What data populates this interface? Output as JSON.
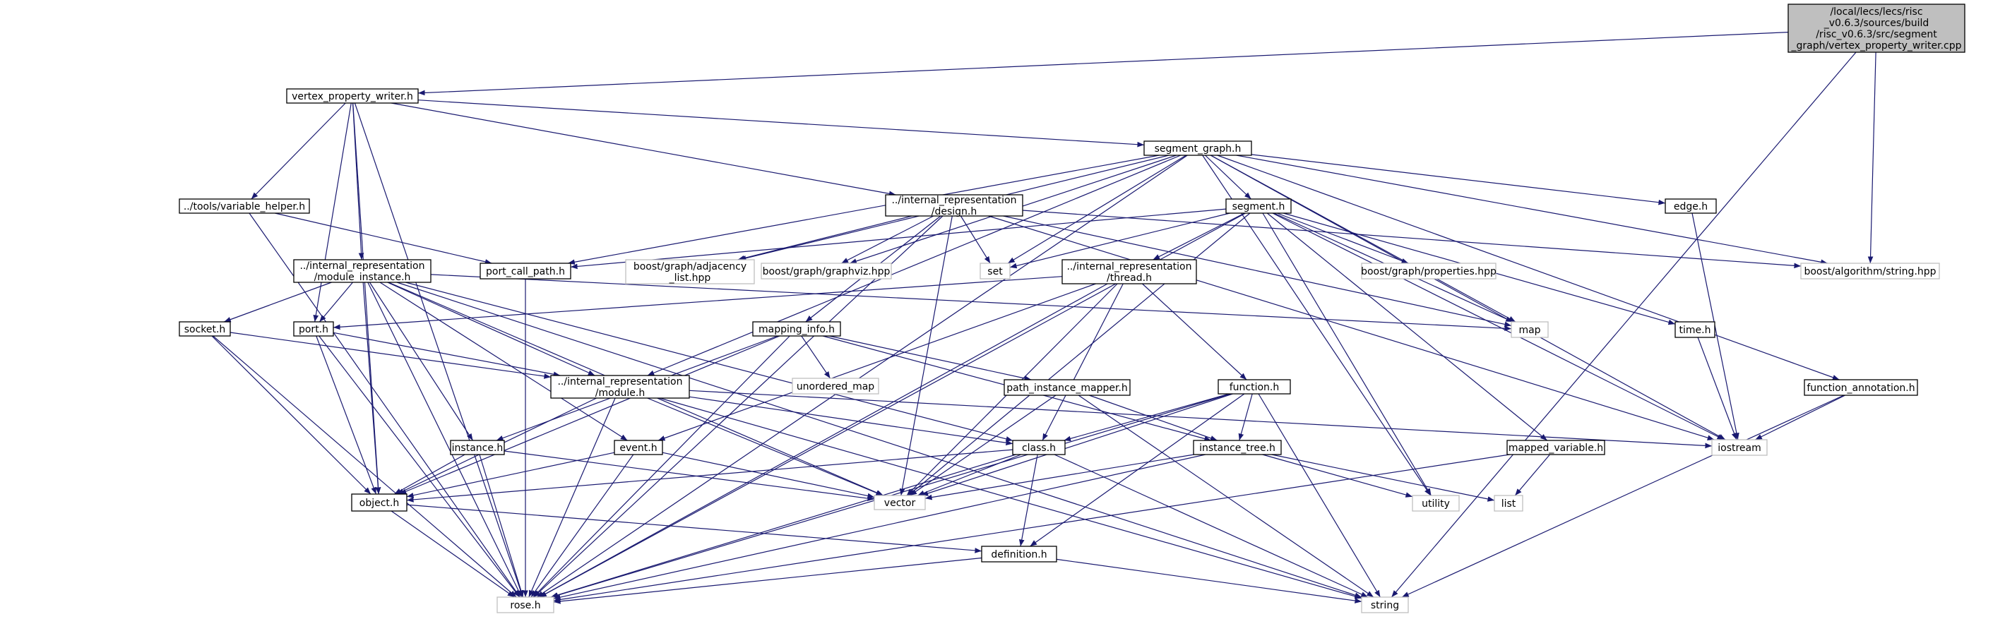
{
  "colors": {
    "edge": "#191970",
    "root_fill": "#bfbfbf",
    "node_border": "#000000",
    "external_border": "#bfbfbf"
  },
  "nodes": [
    {
      "id": "root",
      "lines": [
        "/local/lecs/lecs/risc",
        "_v0.6.3/sources/build",
        "/risc_v0.6.3/src/segment",
        "_graph/vertex_property_writer.cpp"
      ],
      "style": "root"
    },
    {
      "id": "vpw",
      "lines": [
        "vertex_property_writer.h"
      ],
      "style": "black"
    },
    {
      "id": "segment_graph",
      "lines": [
        "segment_graph.h"
      ],
      "style": "black"
    },
    {
      "id": "variable_helper",
      "lines": [
        "../tools/variable_helper.h"
      ],
      "style": "black"
    },
    {
      "id": "design",
      "lines": [
        "../internal_representation",
        "/design.h"
      ],
      "style": "black"
    },
    {
      "id": "segment",
      "lines": [
        "segment.h"
      ],
      "style": "black"
    },
    {
      "id": "edge",
      "lines": [
        "edge.h"
      ],
      "style": "black"
    },
    {
      "id": "module_instance",
      "lines": [
        "../internal_representation",
        "/module_instance.h"
      ],
      "style": "black"
    },
    {
      "id": "port_call_path",
      "lines": [
        "port_call_path.h"
      ],
      "style": "black"
    },
    {
      "id": "adjacency",
      "lines": [
        "boost/graph/adjacency",
        "_list.hpp"
      ],
      "style": "gray"
    },
    {
      "id": "graphviz",
      "lines": [
        "boost/graph/graphviz.hpp"
      ],
      "style": "gray"
    },
    {
      "id": "set",
      "lines": [
        "set"
      ],
      "style": "gray"
    },
    {
      "id": "thread",
      "lines": [
        "../internal_representation",
        "/thread.h"
      ],
      "style": "black"
    },
    {
      "id": "properties",
      "lines": [
        "boost/graph/properties.hpp"
      ],
      "style": "gray"
    },
    {
      "id": "algostring",
      "lines": [
        "boost/algorithm/string.hpp"
      ],
      "style": "gray"
    },
    {
      "id": "socket",
      "lines": [
        "socket.h"
      ],
      "style": "black"
    },
    {
      "id": "port",
      "lines": [
        "port.h"
      ],
      "style": "black"
    },
    {
      "id": "mapping_info",
      "lines": [
        "mapping_info.h"
      ],
      "style": "black"
    },
    {
      "id": "map",
      "lines": [
        "map"
      ],
      "style": "gray"
    },
    {
      "id": "time",
      "lines": [
        "time.h"
      ],
      "style": "black"
    },
    {
      "id": "unordered_map",
      "lines": [
        "unordered_map"
      ],
      "style": "gray"
    },
    {
      "id": "module",
      "lines": [
        "../internal_representation",
        "/module.h"
      ],
      "style": "black"
    },
    {
      "id": "path_instance_mapper",
      "lines": [
        "path_instance_mapper.h"
      ],
      "style": "black"
    },
    {
      "id": "function",
      "lines": [
        "function.h"
      ],
      "style": "black"
    },
    {
      "id": "function_annotation",
      "lines": [
        "function_annotation.h"
      ],
      "style": "black"
    },
    {
      "id": "iostream",
      "lines": [
        "iostream"
      ],
      "style": "gray"
    },
    {
      "id": "instance",
      "lines": [
        "instance.h"
      ],
      "style": "black"
    },
    {
      "id": "event",
      "lines": [
        "event.h"
      ],
      "style": "black"
    },
    {
      "id": "class",
      "lines": [
        "class.h"
      ],
      "style": "black"
    },
    {
      "id": "instance_tree",
      "lines": [
        "instance_tree.h"
      ],
      "style": "black"
    },
    {
      "id": "mapped_variable",
      "lines": [
        "mapped_variable.h"
      ],
      "style": "black"
    },
    {
      "id": "object",
      "lines": [
        "object.h"
      ],
      "style": "black"
    },
    {
      "id": "vector",
      "lines": [
        "vector"
      ],
      "style": "gray"
    },
    {
      "id": "utility",
      "lines": [
        "utility"
      ],
      "style": "gray"
    },
    {
      "id": "list",
      "lines": [
        "list"
      ],
      "style": "gray"
    },
    {
      "id": "definition",
      "lines": [
        "definition.h"
      ],
      "style": "black"
    },
    {
      "id": "rose",
      "lines": [
        "rose.h"
      ],
      "style": "gray"
    },
    {
      "id": "string",
      "lines": [
        "string"
      ],
      "style": "gray"
    }
  ],
  "edges": [
    [
      "root",
      "vpw"
    ],
    [
      "root",
      "algostring"
    ],
    [
      "root",
      "string"
    ],
    [
      "vpw",
      "segment_graph"
    ],
    [
      "vpw",
      "variable_helper"
    ],
    [
      "vpw",
      "design"
    ],
    [
      "vpw",
      "module_instance"
    ],
    [
      "vpw",
      "port"
    ],
    [
      "vpw",
      "object"
    ],
    [
      "vpw",
      "rose"
    ],
    [
      "segment_graph",
      "segment"
    ],
    [
      "segment_graph",
      "edge"
    ],
    [
      "segment_graph",
      "port_call_path"
    ],
    [
      "segment_graph",
      "adjacency"
    ],
    [
      "segment_graph",
      "graphviz"
    ],
    [
      "segment_graph",
      "set"
    ],
    [
      "segment_graph",
      "algostring"
    ],
    [
      "segment_graph",
      "map"
    ],
    [
      "segment_graph",
      "iostream"
    ],
    [
      "segment_graph",
      "function_annotation"
    ],
    [
      "segment_graph",
      "module"
    ],
    [
      "segment_graph",
      "utility"
    ],
    [
      "segment_graph",
      "rose"
    ],
    [
      "variable_helper",
      "port_call_path"
    ],
    [
      "variable_helper",
      "rose"
    ],
    [
      "design",
      "adjacency"
    ],
    [
      "design",
      "graphviz"
    ],
    [
      "design",
      "set"
    ],
    [
      "design",
      "mapping_info"
    ],
    [
      "design",
      "vector"
    ],
    [
      "design",
      "map"
    ],
    [
      "design",
      "iostream"
    ],
    [
      "design",
      "rose"
    ],
    [
      "design",
      "algostring"
    ],
    [
      "segment",
      "port_call_path"
    ],
    [
      "segment",
      "set"
    ],
    [
      "segment",
      "thread"
    ],
    [
      "segment",
      "properties"
    ],
    [
      "segment",
      "map"
    ],
    [
      "segment",
      "time"
    ],
    [
      "segment",
      "mapped_variable"
    ],
    [
      "segment",
      "iostream"
    ],
    [
      "segment",
      "vector"
    ],
    [
      "segment",
      "rose"
    ],
    [
      "segment",
      "utility"
    ],
    [
      "edge",
      "iostream"
    ],
    [
      "module_instance",
      "socket"
    ],
    [
      "module_instance",
      "port"
    ],
    [
      "module_instance",
      "module"
    ],
    [
      "module_instance",
      "object"
    ],
    [
      "module_instance",
      "instance"
    ],
    [
      "module_instance",
      "map"
    ],
    [
      "module_instance",
      "vector"
    ],
    [
      "module_instance",
      "event"
    ],
    [
      "module_instance",
      "class"
    ],
    [
      "module_instance",
      "string"
    ],
    [
      "module_instance",
      "rose"
    ],
    [
      "port_call_path",
      "rose"
    ],
    [
      "thread",
      "port"
    ],
    [
      "thread",
      "event"
    ],
    [
      "thread",
      "function"
    ],
    [
      "thread",
      "class"
    ],
    [
      "thread",
      "vector"
    ],
    [
      "thread",
      "rose"
    ],
    [
      "socket",
      "module"
    ],
    [
      "socket",
      "object"
    ],
    [
      "socket",
      "rose"
    ],
    [
      "port",
      "module"
    ],
    [
      "port",
      "object"
    ],
    [
      "port",
      "rose"
    ],
    [
      "mapping_info",
      "unordered_map"
    ],
    [
      "mapping_info",
      "path_instance_mapper"
    ],
    [
      "mapping_info",
      "instance_tree"
    ],
    [
      "mapping_info",
      "instance"
    ],
    [
      "mapping_info",
      "object"
    ],
    [
      "mapping_info",
      "rose"
    ],
    [
      "time",
      "iostream"
    ],
    [
      "module",
      "class"
    ],
    [
      "module",
      "vector"
    ],
    [
      "module",
      "iostream"
    ],
    [
      "module",
      "string"
    ],
    [
      "module",
      "object"
    ],
    [
      "module",
      "rose"
    ],
    [
      "path_instance_mapper",
      "instance_tree"
    ],
    [
      "path_instance_mapper",
      "vector"
    ],
    [
      "path_instance_mapper",
      "string"
    ],
    [
      "function",
      "class"
    ],
    [
      "function",
      "instance_tree"
    ],
    [
      "function",
      "vector"
    ],
    [
      "function",
      "definition"
    ],
    [
      "function",
      "rose"
    ],
    [
      "function",
      "string"
    ],
    [
      "function_annotation",
      "iostream"
    ],
    [
      "function_annotation",
      "string"
    ],
    [
      "instance",
      "object"
    ],
    [
      "instance",
      "vector"
    ],
    [
      "instance",
      "rose"
    ],
    [
      "event",
      "object"
    ],
    [
      "event",
      "vector"
    ],
    [
      "event",
      "rose"
    ],
    [
      "class",
      "object"
    ],
    [
      "class",
      "vector"
    ],
    [
      "class",
      "definition"
    ],
    [
      "class",
      "string"
    ],
    [
      "class",
      "rose"
    ],
    [
      "instance_tree",
      "vector"
    ],
    [
      "instance_tree",
      "utility"
    ],
    [
      "instance_tree",
      "list"
    ],
    [
      "instance_tree",
      "rose"
    ],
    [
      "mapped_variable",
      "list"
    ],
    [
      "mapped_variable",
      "rose"
    ],
    [
      "object",
      "definition"
    ],
    [
      "object",
      "rose"
    ],
    [
      "definition",
      "rose"
    ],
    [
      "definition",
      "string"
    ]
  ]
}
